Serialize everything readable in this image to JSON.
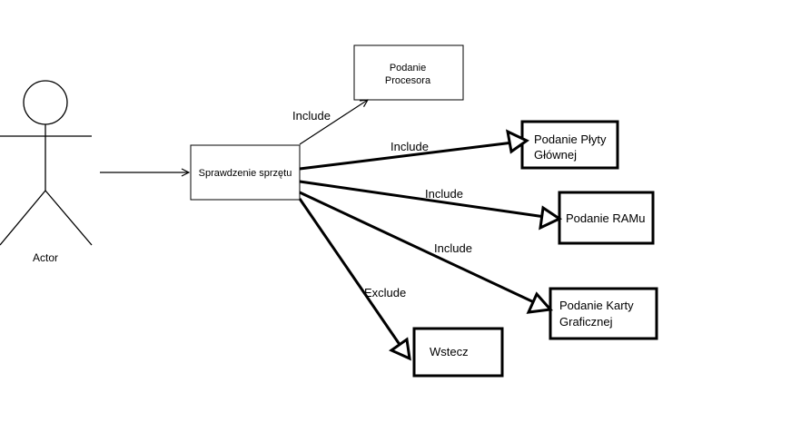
{
  "actor": {
    "label": "Actor"
  },
  "nodes": {
    "center": {
      "label": "Sprawdzenie sprzętu"
    },
    "cpu": {
      "line1": "Podanie",
      "line2": "Procesora"
    },
    "motherboard": {
      "line1": "Podanie Płyty",
      "line2": "Głównej"
    },
    "ram": {
      "label": "Podanie RAMu"
    },
    "gpu": {
      "line1": "Podanie Karty",
      "line2": "Graficznej"
    },
    "back": {
      "label": "Wstecz"
    }
  },
  "edges": {
    "cpu": "Include",
    "motherboard": "Include",
    "ram": "Include",
    "gpu": "Include",
    "back": "Exclude"
  }
}
